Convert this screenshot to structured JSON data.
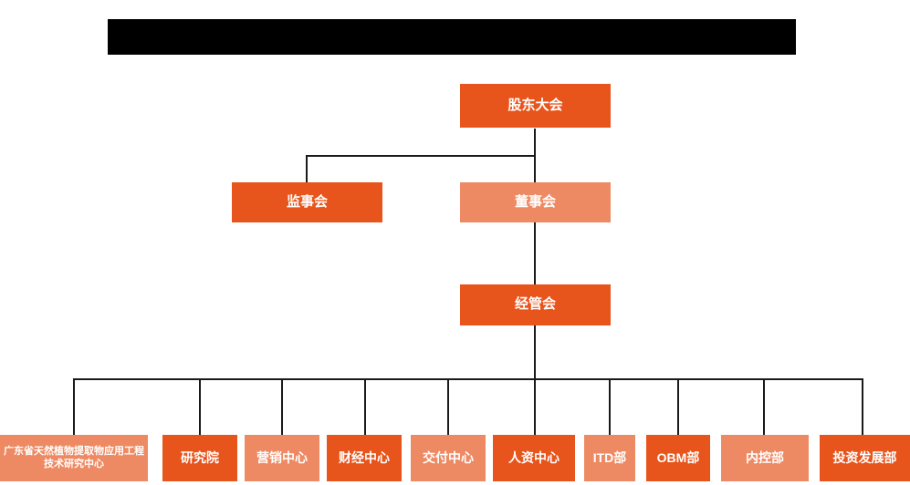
{
  "chart": {
    "title_bar": {
      "label": "redacted-title-bar",
      "text": "",
      "color": "#000000"
    },
    "colors": {
      "dark_orange": "#E8551C",
      "light_orange": "#EE8A63",
      "connector": "#1A1A1A",
      "background": "#FFFFFF",
      "text": "#FFFFFF"
    },
    "nodes": {
      "shareholders_meeting": "股东大会",
      "board_of_supervisors": "监事会",
      "board_of_directors": "董事会",
      "management_committee": "经管会"
    },
    "departments": [
      {
        "label": "广东省天然植物提取物应用工程技术研究中心",
        "tone": "light"
      },
      {
        "label": "研究院",
        "tone": "dark"
      },
      {
        "label": "营销中心",
        "tone": "light"
      },
      {
        "label": "财经中心",
        "tone": "dark"
      },
      {
        "label": "交付中心",
        "tone": "light"
      },
      {
        "label": "人资中心",
        "tone": "dark"
      },
      {
        "label": "ITD部",
        "tone": "light"
      },
      {
        "label": "OBM部",
        "tone": "dark"
      },
      {
        "label": "内控部",
        "tone": "light"
      },
      {
        "label": "投资发展部",
        "tone": "dark"
      }
    ]
  }
}
